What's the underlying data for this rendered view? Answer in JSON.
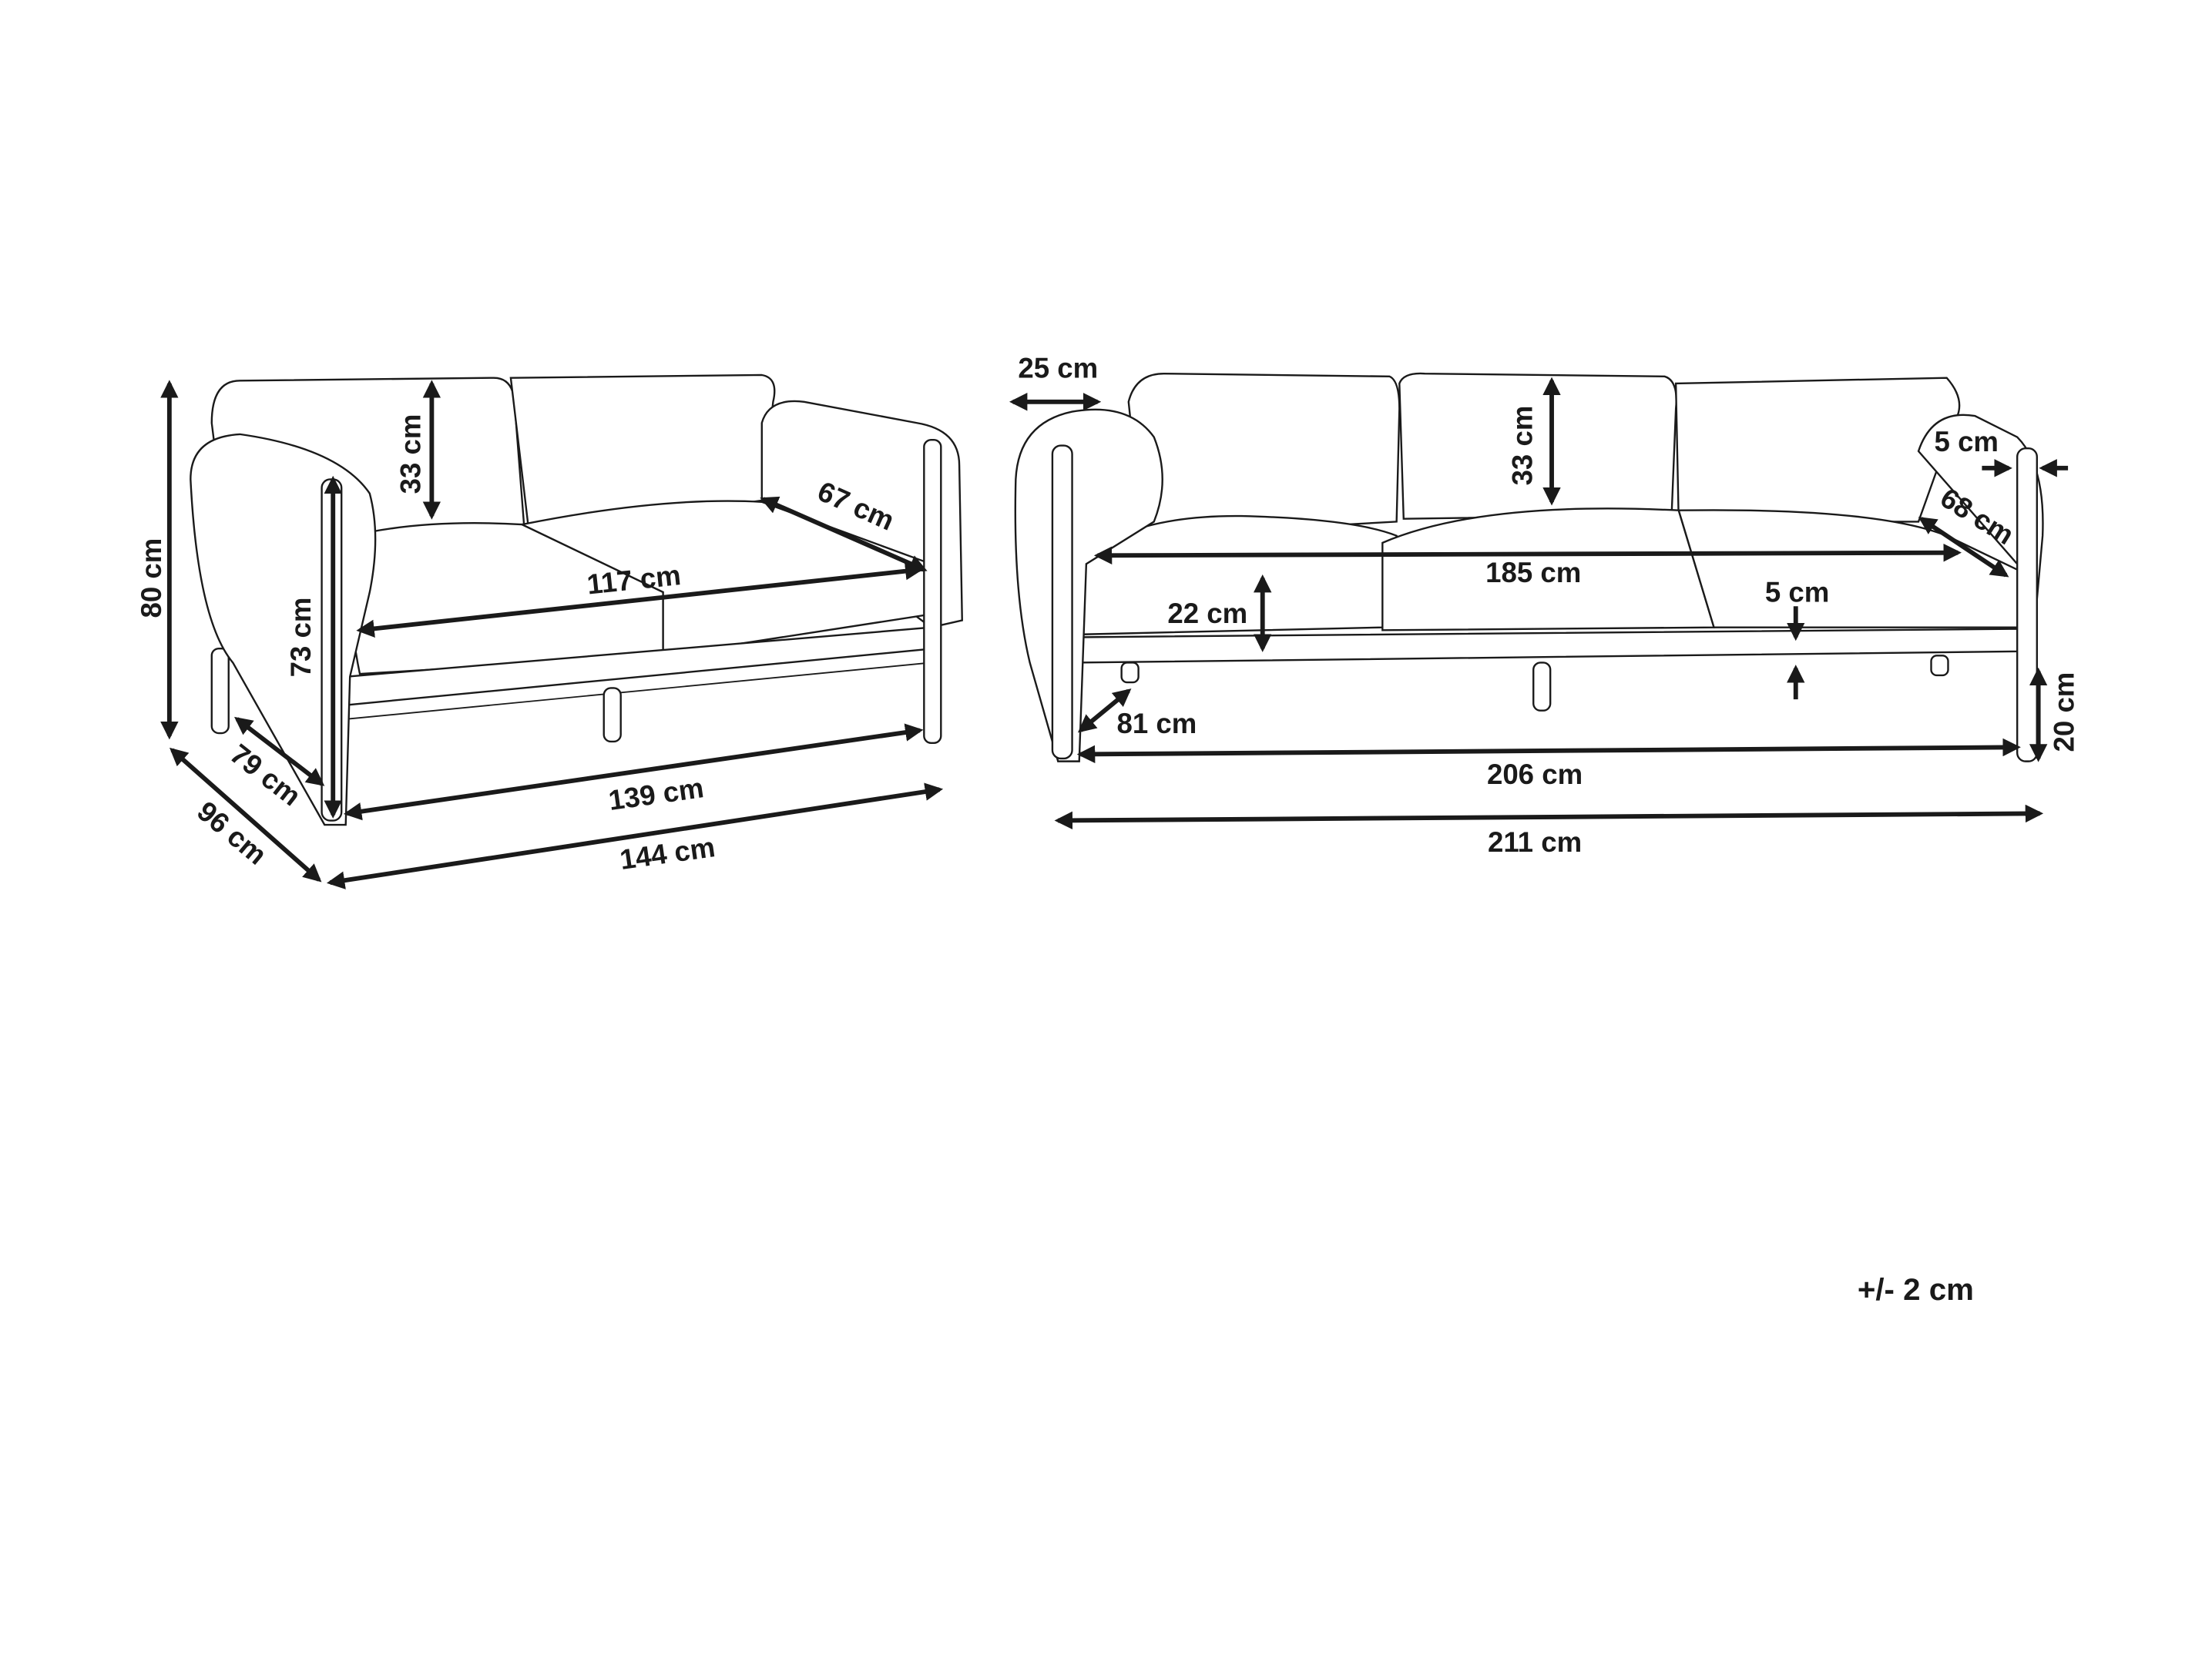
{
  "loveseat": {
    "height_total": "80 cm",
    "back_cushion_height": "33 cm",
    "armrest_depth": "67 cm",
    "seat_width": "117 cm",
    "seat_height_arm": "73 cm",
    "seat_depth": "79 cm",
    "total_depth": "96 cm",
    "inner_width": "139 cm",
    "total_width": "144 cm"
  },
  "sofa": {
    "armrest_width": "25 cm",
    "back_cushion_height": "33 cm",
    "leg_thickness": "5 cm",
    "armrest_depth": "68 cm",
    "seat_width": "185 cm",
    "seat_cushion_height": "22 cm",
    "frame_thickness": "5 cm",
    "seat_depth": "81 cm",
    "leg_height": "20 cm",
    "inner_width": "206 cm",
    "total_width": "211 cm"
  },
  "tolerance": "+/- 2 cm"
}
